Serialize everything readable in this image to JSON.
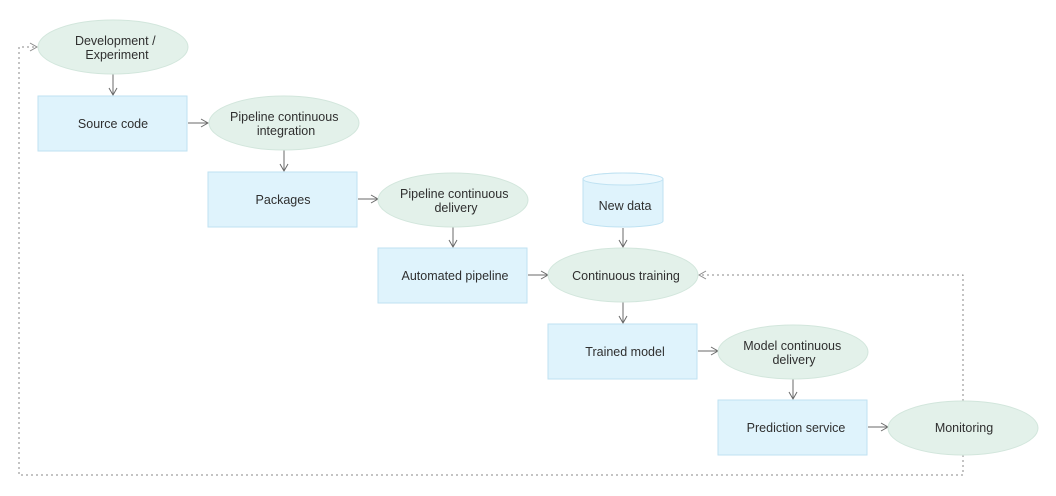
{
  "nodes": {
    "development": {
      "shape": "ellipse",
      "lines": [
        "Development /",
        "Experiment"
      ]
    },
    "source_code": {
      "shape": "box",
      "lines": [
        "Source code"
      ]
    },
    "pipeline_ci": {
      "shape": "ellipse",
      "lines": [
        "Pipeline continuous",
        "integration"
      ]
    },
    "packages": {
      "shape": "box",
      "lines": [
        "Packages"
      ]
    },
    "pipeline_cd": {
      "shape": "ellipse",
      "lines": [
        "Pipeline continuous",
        "delivery"
      ]
    },
    "new_data": {
      "shape": "database",
      "lines": [
        "New data"
      ]
    },
    "automated_pipeline": {
      "shape": "box",
      "lines": [
        "Automated pipeline"
      ]
    },
    "continuous_training": {
      "shape": "ellipse",
      "lines": [
        "Continuous training"
      ]
    },
    "trained_model": {
      "shape": "box",
      "lines": [
        "Trained model"
      ]
    },
    "model_cd": {
      "shape": "ellipse",
      "lines": [
        "Model continuous",
        "delivery"
      ]
    },
    "prediction_service": {
      "shape": "box",
      "lines": [
        "Prediction service"
      ]
    },
    "monitoring": {
      "shape": "ellipse",
      "lines": [
        "Monitoring"
      ]
    }
  },
  "edges": [
    {
      "from": "development",
      "to": "source_code",
      "style": "solid"
    },
    {
      "from": "source_code",
      "to": "pipeline_ci",
      "style": "solid"
    },
    {
      "from": "pipeline_ci",
      "to": "packages",
      "style": "solid"
    },
    {
      "from": "packages",
      "to": "pipeline_cd",
      "style": "solid"
    },
    {
      "from": "pipeline_cd",
      "to": "automated_pipeline",
      "style": "solid"
    },
    {
      "from": "new_data",
      "to": "continuous_training",
      "style": "solid"
    },
    {
      "from": "automated_pipeline",
      "to": "continuous_training",
      "style": "solid"
    },
    {
      "from": "continuous_training",
      "to": "trained_model",
      "style": "solid"
    },
    {
      "from": "trained_model",
      "to": "model_cd",
      "style": "solid"
    },
    {
      "from": "model_cd",
      "to": "prediction_service",
      "style": "solid"
    },
    {
      "from": "prediction_service",
      "to": "monitoring",
      "style": "solid"
    },
    {
      "from": "monitoring",
      "to": "continuous_training",
      "style": "dotted"
    },
    {
      "from": "monitoring",
      "to": "development",
      "style": "dotted"
    }
  ],
  "colors": {
    "ellipse_fill": "#e3f1ea",
    "box_fill": "#dff3fc",
    "database_fill": "#dff3fc",
    "edge": "#6a6a6a",
    "text": "#2f2f2f"
  }
}
